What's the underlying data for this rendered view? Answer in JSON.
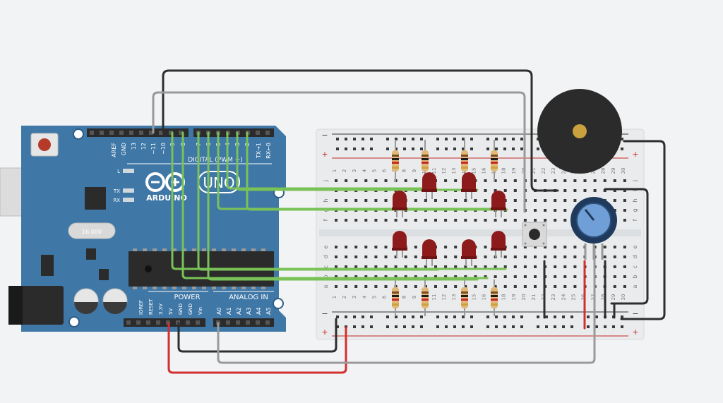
{
  "colors": {
    "background": "#f1f3f4",
    "arduino_board": "#3f77a6",
    "breadboard": "#e9ebec",
    "wire_green": "#79c257",
    "wire_black": "#2e2e2e",
    "wire_gray": "#9a9a9a",
    "wire_red": "#d32f2f",
    "led_red": "#8e1b1b",
    "resistor": "#e2b877",
    "buzzer": "#2b2b2b",
    "potentiometer_knob": "#6f9fd6"
  },
  "arduino": {
    "brand": "ARDUINO",
    "model": "UNO",
    "digital_label": "DIGITAL (PWM ~)",
    "power_label": "POWER",
    "analog_label": "ANALOG IN",
    "crystal_label": "16.000",
    "led_l": "L",
    "led_tx": "TX",
    "led_rx": "RX",
    "top_pins": [
      "AREF",
      "GND",
      "13",
      "12",
      "~11",
      "~10",
      "~9",
      "8",
      "7",
      "~6",
      "~5",
      "4",
      "~3",
      "2",
      "TX→1",
      "RX←0"
    ],
    "power_pins": [
      "IOREF",
      "RESET",
      "3.3V",
      "5V",
      "GND",
      "GND",
      "Vin"
    ],
    "analog_pins": [
      "A0",
      "A1",
      "A2",
      "A3",
      "A4",
      "A5"
    ]
  },
  "breadboard": {
    "rows_upper": [
      "j",
      "i",
      "h",
      "g",
      "f"
    ],
    "rows_lower": [
      "e",
      "d",
      "c",
      "b",
      "a"
    ],
    "columns": [
      "1",
      "2",
      "3",
      "4",
      "5",
      "6",
      "7",
      "8",
      "9",
      "10",
      "11",
      "12",
      "13",
      "14",
      "15",
      "16",
      "17",
      "18",
      "19",
      "20",
      "21",
      "22",
      "23",
      "24",
      "25",
      "26",
      "27",
      "28",
      "29",
      "30"
    ],
    "rail_minus": "−",
    "rail_plus": "+"
  }
}
